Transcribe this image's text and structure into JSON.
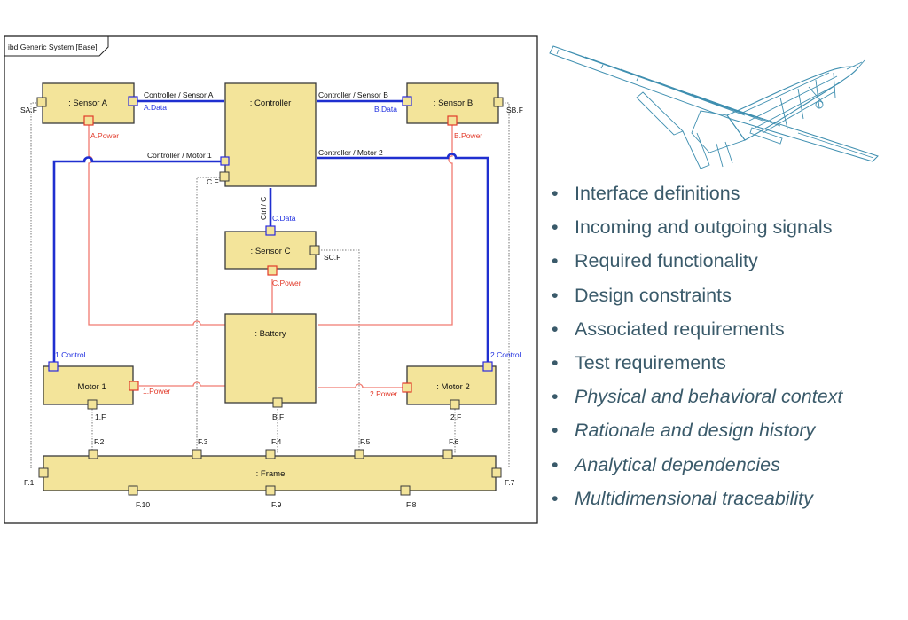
{
  "diagram": {
    "frame_title": "ibd Generic System [Base]",
    "blocks": {
      "sensor_a": ": Sensor A",
      "controller": ": Controller",
      "sensor_b": ": Sensor B",
      "sensor_c": ": Sensor C",
      "battery": ": Battery",
      "motor1": ": Motor 1",
      "motor2": ": Motor 2",
      "frame": ": Frame"
    },
    "connectors": {
      "ctrl_sensor_a": "Controller / Sensor A",
      "ctrl_sensor_b": "Controller / Sensor B",
      "ctrl_motor_1": "Controller / Motor 1",
      "ctrl_motor_2": "Controller / Motor 2",
      "ctrl_c": "Ctrl / C"
    },
    "ports": {
      "a_data": "A.Data",
      "b_data": "B.Data",
      "c_data": "C.Data",
      "a_power": "A.Power",
      "b_power": "B.Power",
      "c_power": "C.Power",
      "one_power": "1.Power",
      "two_power": "2.Power",
      "one_control": "1.Control",
      "two_control": "2.Control",
      "sa_f": "SA.F",
      "sb_f": "SB.F",
      "sc_f": "SC.F",
      "c_f": "C.F",
      "one_f": "1.F",
      "two_f": "2.F",
      "b_f": "B.F",
      "f1": "F.1",
      "f2": "F.2",
      "f3": "F.3",
      "f4": "F.4",
      "f5": "F.5",
      "f6": "F.6",
      "f7": "F.7",
      "f8": "F.8",
      "f9": "F.9",
      "f10": "F.10"
    }
  },
  "bullets": [
    {
      "text": "Interface definitions",
      "italic": false
    },
    {
      "text": "Incoming and outgoing signals",
      "italic": false
    },
    {
      "text": "Required functionality",
      "italic": false
    },
    {
      "text": "Design constraints",
      "italic": false
    },
    {
      "text": "Associated requirements",
      "italic": false
    },
    {
      "text": "Test requirements",
      "italic": false
    },
    {
      "text": "Physical and behavioral context",
      "italic": true
    },
    {
      "text": "Rationale and design history",
      "italic": true
    },
    {
      "text": "Analytical dependencies",
      "italic": true
    },
    {
      "text": "Multidimensional traceability",
      "italic": true
    }
  ],
  "bullet_symbol": "•",
  "colors": {
    "block_fill": "#f3e49a",
    "data_wire": "#1f2fd0",
    "power_wire": "#f07a70",
    "bullet_text": "#3a5a6a",
    "drone_lines": "#3f8fb0"
  },
  "image_icon": "drone-wireframe-icon"
}
